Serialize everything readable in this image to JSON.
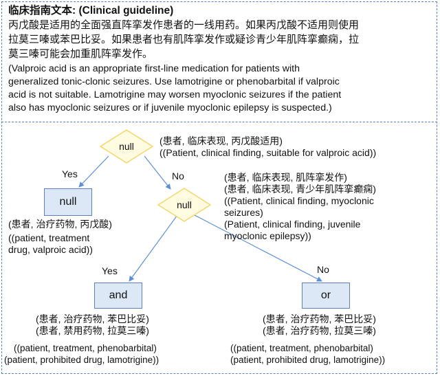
{
  "guideline": {
    "title": "临床指南文本: (Clinical guideline)",
    "zh_lines": [
      "丙戊酸是适用的全面强直阵挛发作患者的一线用药。如果丙戊酸不适用则使用",
      "拉莫三嗪或苯巴比妥。如果患者也有肌阵挛发作或疑诊青少年肌阵挛癫痫，拉",
      "莫三嗪可能会加重肌阵挛发作。"
    ],
    "en_lines": [
      "(Valproic acid is an appropriate first-line medication for patients with",
      "generalized tonic-clonic seizures. Use lamotrigine or phenobarbital if valproic",
      "acid is not suitable. Lamotrigine may worsen myoclonic seizures if the patient",
      "also has myoclonic seizures or if juvenile myoclonic epilepsy is suspected.)"
    ]
  },
  "tree": {
    "decision1": {
      "label": "null",
      "triple_zh": "(患者, 临床表现, 丙戊酸适用)",
      "triple_en": "((Patient, clinical finding, suitable for valproic acid))"
    },
    "decision2": {
      "label": "null",
      "triple_lines": [
        "(患者, 临床表现, 肌阵挛发作)",
        "(患者, 临床表现, 青少年肌阵挛癫痫)",
        "((Patient, clinical finding, myoclonic",
        "seizures)",
        "(Patient, clinical finding, juvenile",
        "myoclonic epilepsy))"
      ]
    },
    "leaf_valproic": {
      "label": "null",
      "triple_lines": [
        "(患者, 治疗药物, 丙戊酸)",
        "((patient, treatment",
        "drug, valproic acid))"
      ]
    },
    "leaf_and": {
      "label": "and",
      "triple_lines": [
        "(患者, 治疗药物, 苯巴比妥)",
        "(患者, 禁用药物, 拉莫三嗪)",
        "((patient, treatment, phenobarbital)",
        "(patient, prohibited drug, lamotrigine))"
      ]
    },
    "leaf_or": {
      "label": "or",
      "triple_lines": [
        "(患者, 治疗药物, 苯巴比妥)",
        "(患者, 治疗药物, 拉莫三嗪)",
        "((patient, treatment, phenobarbital)",
        "(patient, prohibited drug, lamotrigine))"
      ]
    },
    "edges": {
      "d1_yes": "Yes",
      "d1_no": "No",
      "d2_yes": "Yes",
      "d2_no": "No"
    }
  },
  "colors": {
    "diamond_fill": "#fffbe0",
    "diamond_stroke": "#f2d76b",
    "box_fill": "#dce8f6",
    "box_stroke": "#5b7fb8",
    "edge": "#5b8fd6"
  }
}
